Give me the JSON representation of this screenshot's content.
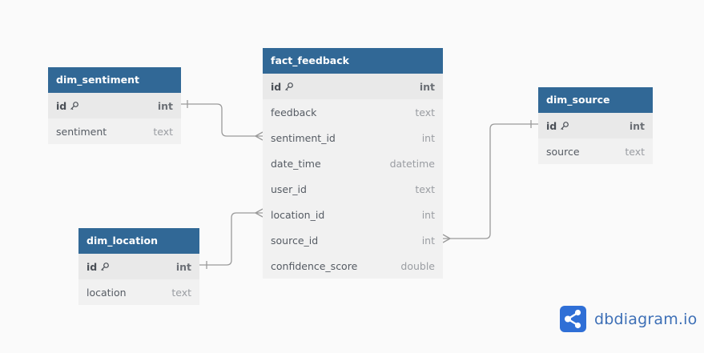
{
  "tables": [
    {
      "id": "fact_feedback",
      "name": "fact_feedback",
      "columns": [
        {
          "name": "id",
          "type": "int",
          "pk": true
        },
        {
          "name": "feedback",
          "type": "text"
        },
        {
          "name": "sentiment_id",
          "type": "int"
        },
        {
          "name": "date_time",
          "type": "datetime"
        },
        {
          "name": "user_id",
          "type": "text"
        },
        {
          "name": "location_id",
          "type": "int"
        },
        {
          "name": "source_id",
          "type": "int"
        },
        {
          "name": "confidence_score",
          "type": "double"
        }
      ]
    },
    {
      "id": "dim_sentiment",
      "name": "dim_sentiment",
      "columns": [
        {
          "name": "id",
          "type": "int",
          "pk": true
        },
        {
          "name": "sentiment",
          "type": "text"
        }
      ]
    },
    {
      "id": "dim_location",
      "name": "dim_location",
      "columns": [
        {
          "name": "id",
          "type": "int",
          "pk": true
        },
        {
          "name": "location",
          "type": "text"
        }
      ]
    },
    {
      "id": "dim_source",
      "name": "dim_source",
      "columns": [
        {
          "name": "id",
          "type": "int",
          "pk": true
        },
        {
          "name": "source",
          "type": "text"
        }
      ]
    }
  ],
  "relationships": [
    {
      "from": "dim_sentiment.id",
      "to": "fact_feedback.sentiment_id",
      "cardinality": "one-to-many"
    },
    {
      "from": "dim_location.id",
      "to": "fact_feedback.location_id",
      "cardinality": "one-to-many"
    },
    {
      "from": "dim_source.id",
      "to": "fact_feedback.source_id",
      "cardinality": "one-to-many"
    }
  ],
  "brand": {
    "text": "dbdiagram.io",
    "icon": "share-nodes-icon",
    "color": "#3d6fb6"
  },
  "colors": {
    "header": "#316896",
    "body": "#f1f1f1",
    "line": "#9a9a9a"
  }
}
